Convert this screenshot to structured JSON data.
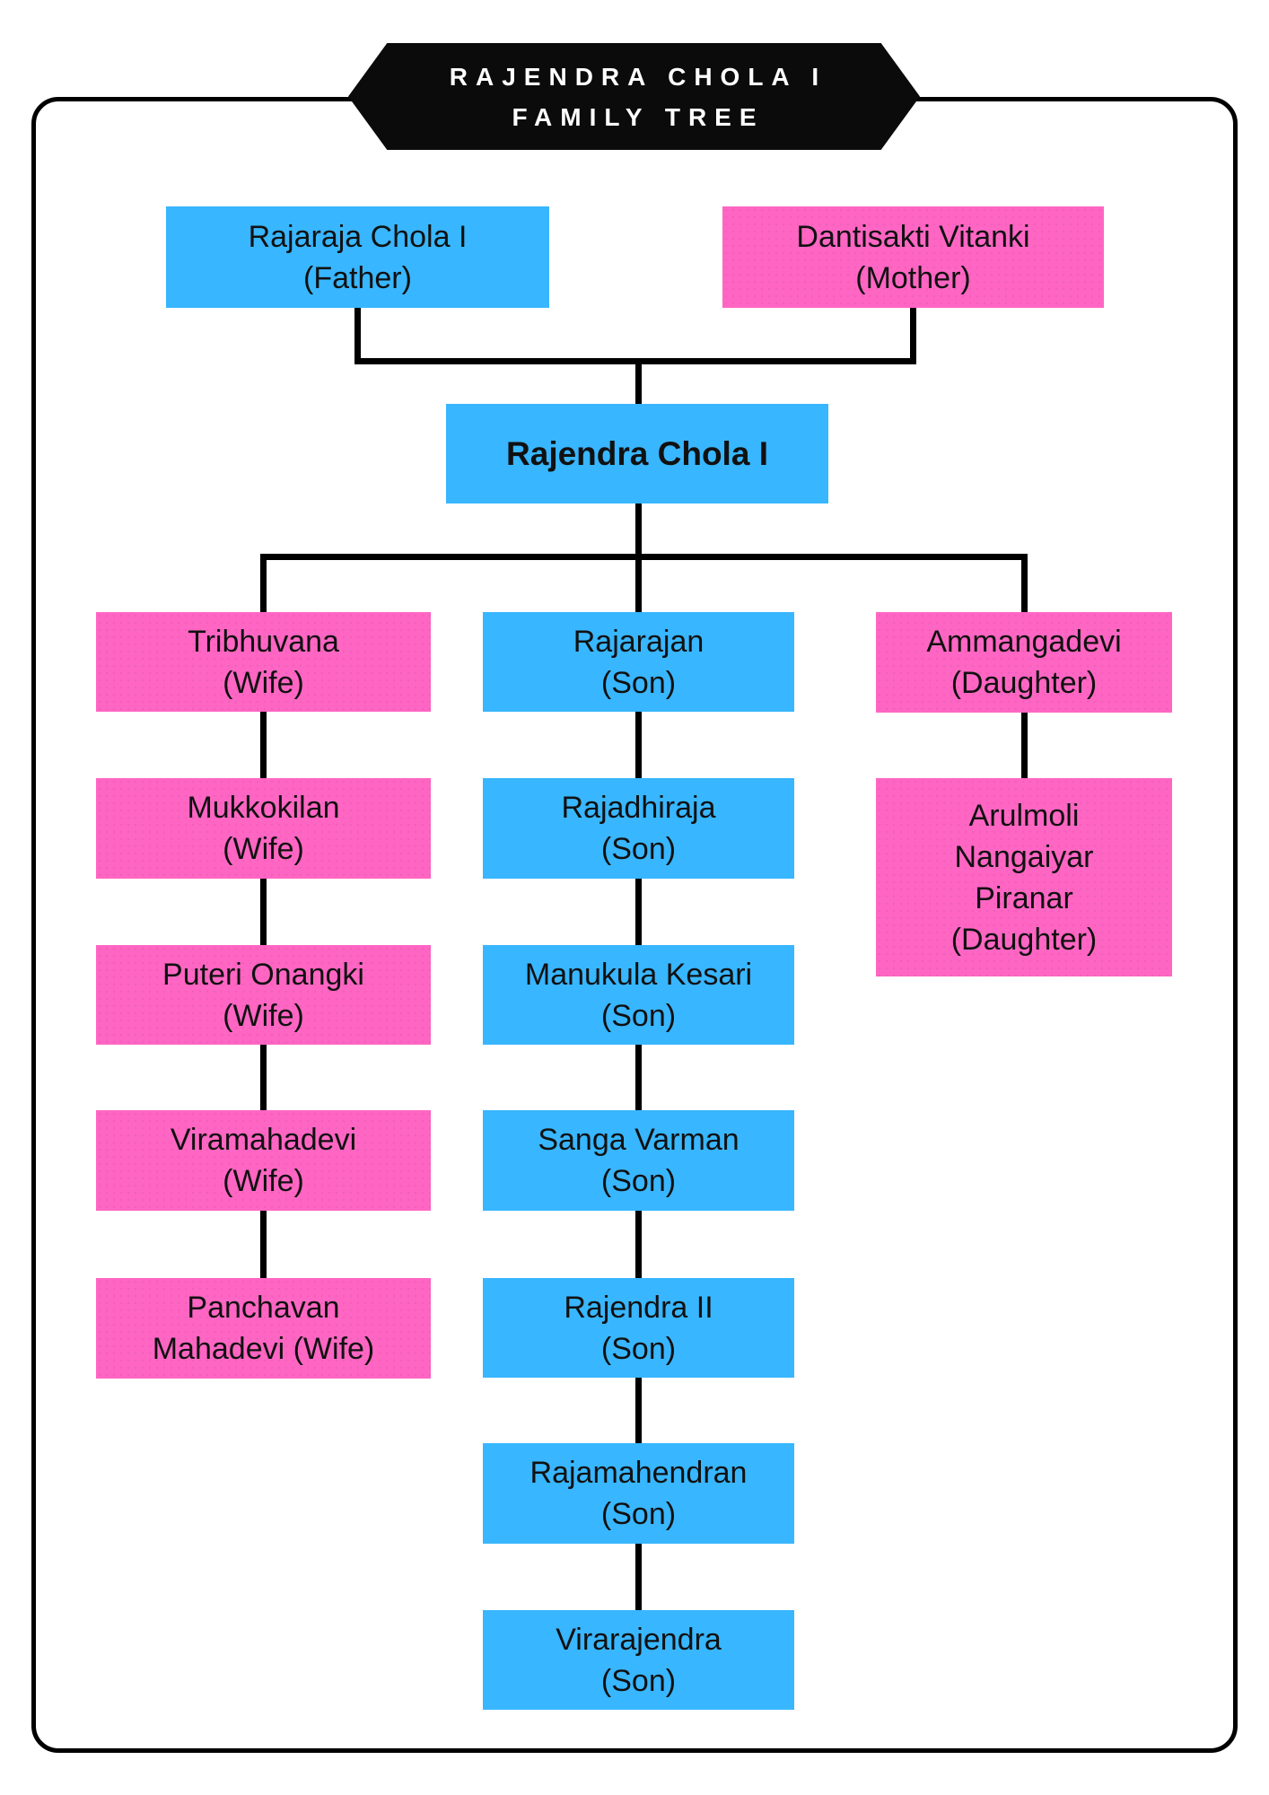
{
  "banner": {
    "line1": "RAJENDRA CHOLA I",
    "line2": "FAMILY TREE"
  },
  "colors": {
    "son-blue": "#38B6FF",
    "wife-pink": "#FF66C4",
    "line-black": "#000000",
    "banner-bg": "#0B0B0B",
    "text": "#111111",
    "page-bg": "#FFFFFF"
  },
  "parents": {
    "father": {
      "lines": [
        "Rajaraja Chola I",
        "(Father)"
      ]
    },
    "mother": {
      "lines": [
        "Dantisakti Vitanki",
        "(Mother)"
      ]
    }
  },
  "root": {
    "lines": [
      "Rajendra Chola I"
    ]
  },
  "wives": [
    {
      "lines": [
        "Tribhuvana",
        "(Wife)"
      ]
    },
    {
      "lines": [
        "Mukkokilan",
        "(Wife)"
      ]
    },
    {
      "lines": [
        "Puteri Onangki",
        "(Wife)"
      ]
    },
    {
      "lines": [
        "Viramahadevi",
        "(Wife)"
      ]
    },
    {
      "lines": [
        "Panchavan",
        "Mahadevi (Wife)"
      ]
    }
  ],
  "sons": [
    {
      "lines": [
        "Rajarajan",
        "(Son)"
      ]
    },
    {
      "lines": [
        "Rajadhiraja",
        "(Son)"
      ]
    },
    {
      "lines": [
        "Manukula Kesari",
        "(Son)"
      ]
    },
    {
      "lines": [
        "Sanga Varman",
        "(Son)"
      ]
    },
    {
      "lines": [
        "Rajendra II",
        "(Son)"
      ]
    },
    {
      "lines": [
        "Rajamahendran",
        "(Son)"
      ]
    },
    {
      "lines": [
        "Virarajendra",
        "(Son)"
      ]
    }
  ],
  "daughters": [
    {
      "lines": [
        "Ammangadevi",
        "(Daughter)"
      ]
    },
    {
      "lines": [
        "Arulmoli",
        "Nangaiyar",
        "Piranar",
        "(Daughter)"
      ]
    }
  ]
}
